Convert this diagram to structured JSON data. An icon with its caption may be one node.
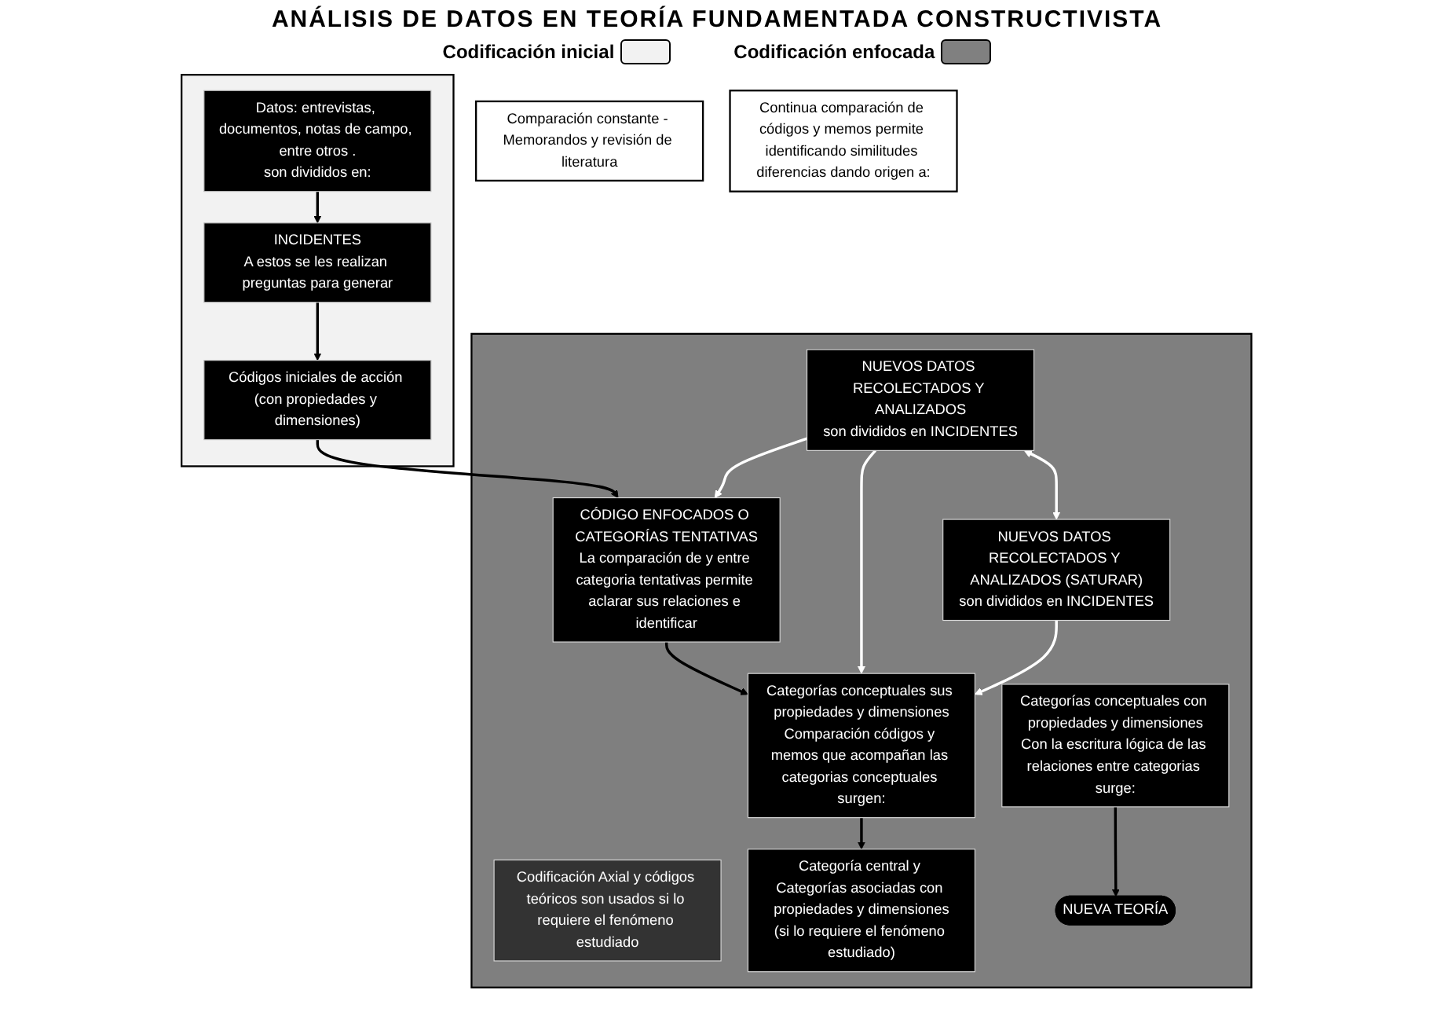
{
  "diagram": {
    "title": "ANÁLISIS DE DATOS EN TEORÍA FUNDAMENTADA CONSTRUCTIVISTA",
    "nodes": [
      {
        "text": [],
        "shape": "box"
      },
      {
        "text": [
          "Datos: entrevistas, documentos, notas de campo, entre otros .",
          "son divididos en:"
        ],
        "in": 0
      },
      {
        "text": [
          "INCIDENTES",
          "A estos se les realizan preguntas para generar"
        ],
        "in": 0
      },
      {
        "text": [
          "Códigos iniciales de acción (con propiedades y dimensiones)"
        ],
        "in": 0
      },
      {
        "text": [
          "Comparación constante - Memorandos y revisión de literatura"
        ]
      },
      {
        "text": [
          "Continua comparación de códigos y memos permite identificando similitudes diferencias dando origen a:"
        ]
      },
      {
        "text": [],
        "shape": "box"
      },
      {
        "text": [
          "NUEVOS DATOS RECOLECTADOS Y ANALIZADOS",
          "son divididos en INCIDENTES"
        ],
        "in": 6
      },
      {
        "text": [
          "CÓDIGO ENFOCADOS O CATEGORÍAS TENTATIVAS",
          "La comparación de y entre categoria tentativas permite aclarar sus relaciones e identificar"
        ],
        "in": 6
      },
      {
        "text": [
          "Categorías conceptuales sus propiedades y dimensiones",
          "Comparación códigos y memos que acompañan las categorias conceptuales surgen:"
        ],
        "in": 6
      },
      {
        "text": [
          "Codificación Axial y códigos teóricos son usados si lo requiere el fenómeno estudiado"
        ],
        "in": 6
      },
      {
        "text": [
          "NUEVOS DATOS RECOLECTADOS Y ANALIZADOS (SATURAR)",
          "son divididos en INCIDENTES"
        ],
        "in": 6
      },
      {
        "text": [
          "Categoría central y Categorías asociadas con propiedades y dimensiones",
          "(si lo requiere el fenómeno estudiado)"
        ],
        "in": 6
      },
      {
        "text": [
          "Categorías conceptuales con propiedades y dimensiones",
          "Con la escritura lógica de las relaciones entre categorias surge:"
        ],
        "in": 6
      },
      {
        "text": [
          "NUEVA TEORÍA"
        ],
        "in": 6
      }
    ],
    "edges": [
      {
        "from": 1,
        "to": 2,
        "arrow": "to"
      },
      {
        "from": 2,
        "to": 3,
        "arrow": "to"
      },
      {
        "from": 3,
        "to": 8,
        "arrow": "to"
      },
      {
        "from": 7,
        "to": 8,
        "arrow": "to",
        "color": "#ffffff"
      },
      {
        "from": 8,
        "to": 9,
        "arrow": "to"
      },
      {
        "from": 7,
        "to": 11,
        "arrow": "both",
        "color": "#ffffff"
      },
      {
        "from": 7,
        "to": 9,
        "arrow": "to",
        "color": "#ffffff"
      },
      {
        "from": 11,
        "to": 9,
        "arrow": "to",
        "color": "#ffffff"
      },
      {
        "from": 9,
        "to": 12,
        "arrow": "to"
      },
      {
        "from": 13,
        "to": 14,
        "arrow": "to"
      }
    ],
    "legend": [
      {
        "text": "Codificación inicial",
        "color": "#f2f2f2"
      },
      {
        "text": "Codificación enfocada",
        "color": "#808080"
      }
    ]
  }
}
